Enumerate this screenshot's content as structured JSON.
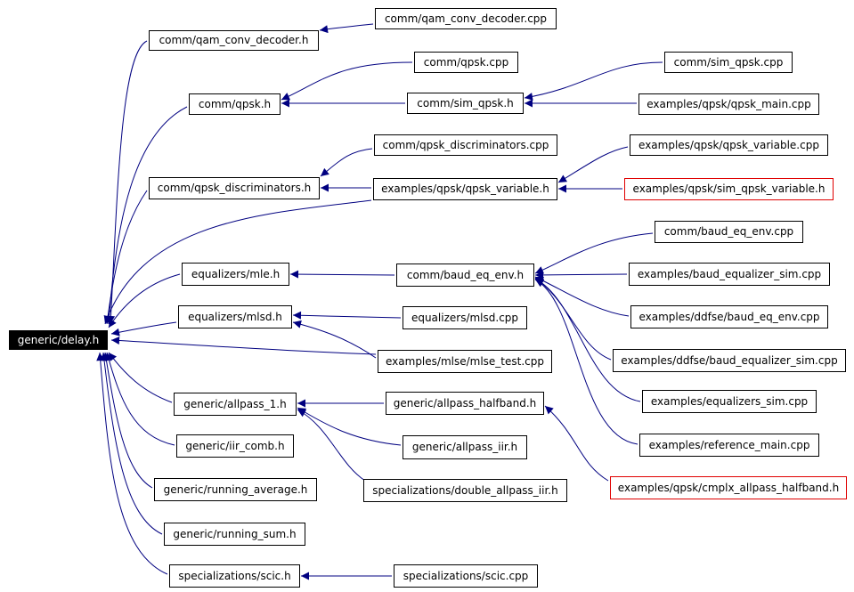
{
  "colors": {
    "edge": "#000080",
    "node_border": "#000000",
    "root_fill": "#000000",
    "root_text": "#ffffff",
    "highlight_border": "#e00000"
  },
  "nodes": {
    "delay": "generic/delay.h",
    "qam_conv_decoder_h": "comm/qam_conv_decoder.h",
    "qam_conv_decoder_cpp": "comm/qam_conv_decoder.cpp",
    "qpsk_cpp": "comm/qpsk.cpp",
    "sim_qpsk_cpp": "comm/sim_qpsk.cpp",
    "qpsk_h": "comm/qpsk.h",
    "sim_qpsk_h": "comm/sim_qpsk.h",
    "qpsk_main_cpp": "examples/qpsk/qpsk_main.cpp",
    "qpsk_discriminators_cpp": "comm/qpsk_discriminators.cpp",
    "qpsk_variable_cpp": "examples/qpsk/qpsk_variable.cpp",
    "qpsk_discriminators_h": "comm/qpsk_discriminators.h",
    "qpsk_variable_h": "examples/qpsk/qpsk_variable.h",
    "sim_qpsk_variable_h": "examples/qpsk/sim_qpsk_variable.h",
    "baud_eq_env_cpp": "comm/baud_eq_env.cpp",
    "mle_h": "equalizers/mle.h",
    "baud_eq_env_h": "comm/baud_eq_env.h",
    "baud_equalizer_sim_cpp": "examples/baud_equalizer_sim.cpp",
    "mlsd_h": "equalizers/mlsd.h",
    "mlsd_cpp": "equalizers/mlsd.cpp",
    "ddfse_baud_eq_env_cpp": "examples/ddfse/baud_eq_env.cpp",
    "mlse_test_cpp": "examples/mlse/mlse_test.cpp",
    "ddfse_baud_equalizer_sim_cpp": "examples/ddfse/baud_equalizer_sim.cpp",
    "allpass_1_h": "generic/allpass_1.h",
    "allpass_halfband_h": "generic/allpass_halfband.h",
    "equalizers_sim_cpp": "examples/equalizers_sim.cpp",
    "iir_comb_h": "generic/iir_comb.h",
    "allpass_iir_h": "generic/allpass_iir.h",
    "reference_main_cpp": "examples/reference_main.cpp",
    "running_average_h": "generic/running_average.h",
    "double_allpass_iir_h": "specializations/double_allpass_iir.h",
    "cmplx_allpass_halfband_h": "examples/qpsk/cmplx_allpass_halfband.h",
    "running_sum_h": "generic/running_sum.h",
    "scic_h": "specializations/scic.h",
    "scic_cpp": "specializations/scic.cpp"
  }
}
